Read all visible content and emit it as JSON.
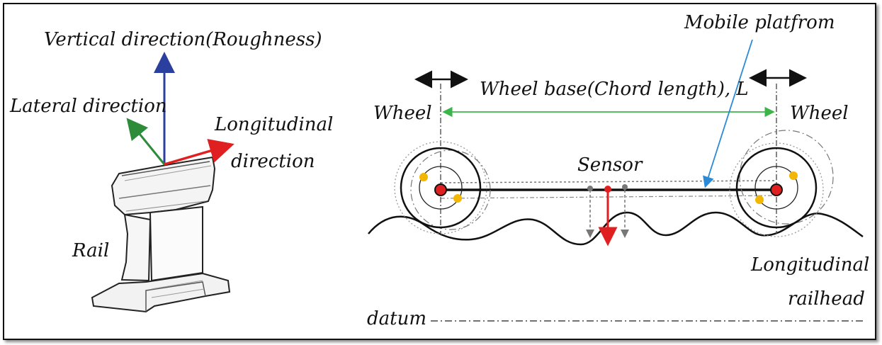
{
  "left_panel": {
    "vertical_label": "Vertical direction(Roughness)",
    "lateral_label": "Lateral direction",
    "longitudinal_label_line1": "Longitudinal",
    "longitudinal_label_line2": "direction",
    "rail_label": "Rail"
  },
  "right_panel": {
    "mobile_platform_label": "Mobile platfrom",
    "wheel_base_label": "Wheel base(Chord length), L",
    "wheel_left_label": "Wheel",
    "wheel_right_label": "Wheel",
    "sensor_label": "Sensor",
    "railhead_label_line1": "Longitudinal",
    "railhead_label_line2": "railhead",
    "datum_label": "datum"
  },
  "colors": {
    "vertical_axis": "#2b3f9e",
    "lateral_axis": "#2e8b3a",
    "longitudinal_axis": "#e02020",
    "wheel_base_line": "#3bb54a",
    "pointer_line": "#2a8ad8",
    "sensor": "#e02020",
    "bearing_dot": "#f2b705"
  }
}
